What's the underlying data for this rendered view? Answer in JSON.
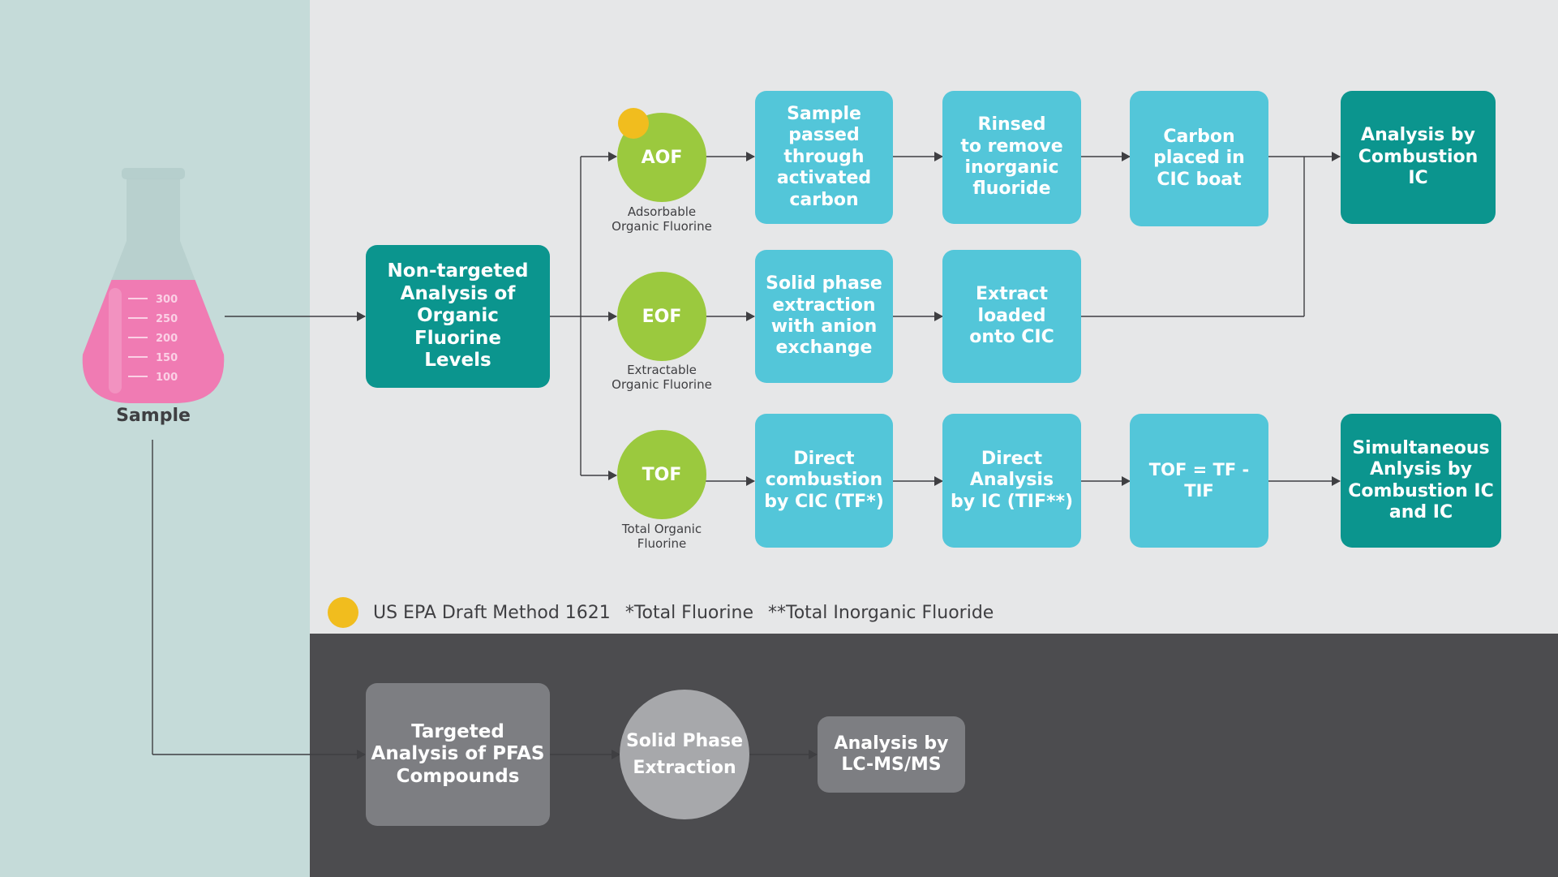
{
  "sample": {
    "label": "Sample",
    "scale_marks": [
      "300",
      "250",
      "200",
      "150",
      "100"
    ]
  },
  "colors": {
    "left_panel": "#c5dbd9",
    "top_panel": "#e6e7e8",
    "bottom_panel": "#4c4c4f",
    "teal": "#0b958e",
    "cyan": "#53c6d9",
    "green": "#9bc93e",
    "gray_box": "#7d7e82",
    "gray_circle": "#a7a8ab",
    "epa_dot": "#f1bd1e",
    "liquid": "#f07bb3"
  },
  "nontargeted": {
    "label": "Non-targeted\nAnalysis of\nOrganic Fluorine\nLevels"
  },
  "aof": {
    "label": "AOF",
    "caption": "Adsorbable\nOrganic Fluorine",
    "steps": [
      "Sample\npassed\nthrough\nactivated\ncarbon",
      "Rinsed\nto remove\ninorganic\nfluoride",
      "Carbon\nplaced in\nCIC boat"
    ]
  },
  "eof": {
    "label": "EOF",
    "caption": "Extractable\nOrganic Fluorine",
    "steps": [
      "Solid phase\nextraction\nwith anion\nexchange",
      "Extract\nloaded\nonto CIC"
    ]
  },
  "tof": {
    "label": "TOF",
    "caption": "Total Organic\nFluorine",
    "steps": [
      "Direct\ncombustion\nby CIC (TF*)",
      "Direct\nAnalysis\nby IC (TIF**)",
      "TOF = TF - TIF"
    ]
  },
  "combustion_result": {
    "label": "Analysis by\nCombustion IC"
  },
  "simultaneous_result": {
    "label": "Simultaneous\nAnlysis by\nCombustion IC\nand IC"
  },
  "legend": {
    "epa": "US EPA Draft Method 1621",
    "tf": "*Total Fluorine",
    "tif": "**Total Inorganic Fluoride"
  },
  "targeted": {
    "label": "Targeted\nAnalysis of PFAS\nCompounds",
    "spe": "Solid Phase\nExtraction",
    "lcms": "Analysis by\nLC-MS/MS"
  }
}
